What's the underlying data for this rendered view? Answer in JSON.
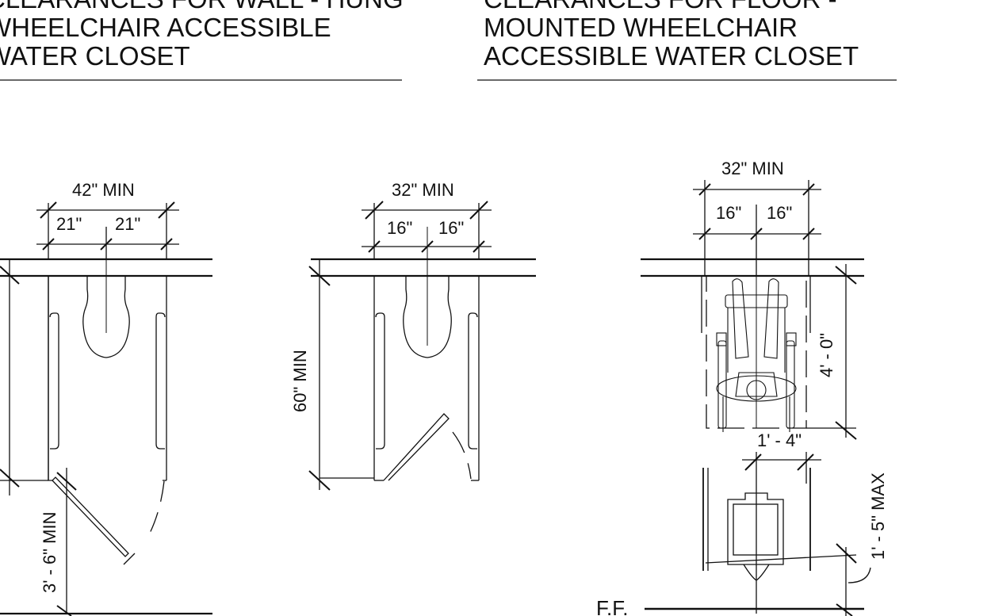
{
  "titles": {
    "left": [
      "CLEARANCES FOR WALL - HUNG",
      "WHEELCHAIR ACCESSIBLE",
      "WATER CLOSET"
    ],
    "right": [
      "CLEARANCES FOR FLOOR -",
      "MOUNTED WHEELCHAIR",
      "ACCESSIBLE WATER CLOSET"
    ]
  },
  "dimensions": {
    "stall1_width": "42\" MIN",
    "stall1_half_left": "21\"",
    "stall1_half_right": "21\"",
    "stall1_door_clearance": "3' - 6\" MIN",
    "stall2_width": "32\" MIN",
    "stall2_half_left": "16\"",
    "stall2_half_right": "16\"",
    "stall2_depth": "60\" MIN",
    "plan_width": "32\" MIN",
    "plan_half_left": "16\"",
    "plan_half_right": "16\"",
    "plan_depth": "4' - 0\"",
    "elev_width": "1' - 4\"",
    "elev_height": "1' - 5\" MAX",
    "floor_label": "F.F."
  },
  "colors": {
    "line": "#111111",
    "background": "#ffffff"
  }
}
